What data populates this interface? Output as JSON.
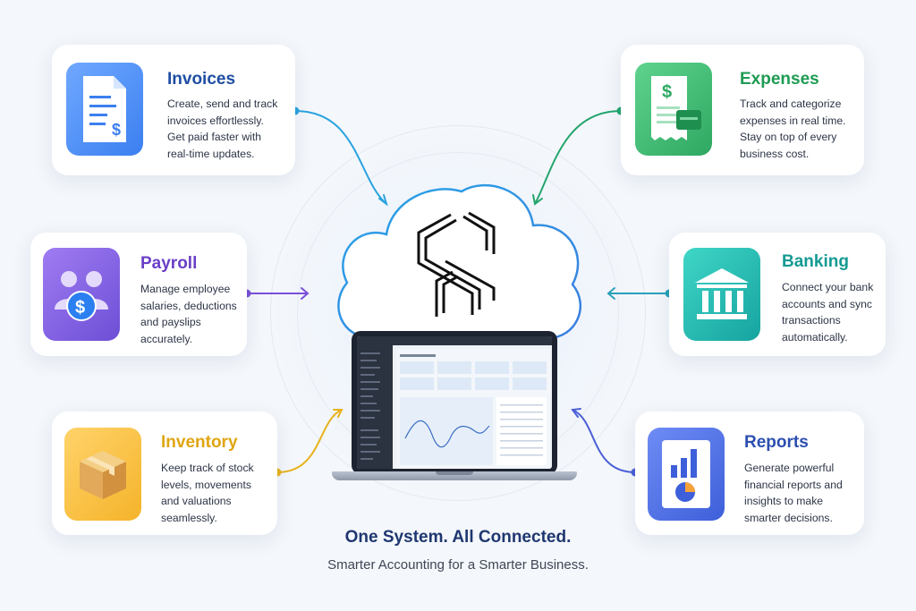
{
  "cards": {
    "invoices": {
      "title": "Invoices",
      "description": "Create, send and track\ninvoices effortlessly.\nGet paid faster with\nreal-time updates.",
      "icon": "invoice-document-icon",
      "color": "#1f4ea3"
    },
    "expenses": {
      "title": "Expenses",
      "description": "Track and categorize\nexpenses in real time.\nStay on top of every\nbusiness cost.",
      "icon": "receipt-card-icon",
      "color": "#1e9b52"
    },
    "payroll": {
      "title": "Payroll",
      "description": "Manage employee\nsalaries, deductions\nand payslips\naccurately.",
      "icon": "employees-dollar-icon",
      "color": "#6a3fc7"
    },
    "banking": {
      "title": "Banking",
      "description": "Connect your bank\naccounts and sync\ntransactions\nautomatically.",
      "icon": "bank-building-icon",
      "color": "#159a93"
    },
    "inventory": {
      "title": "Inventory",
      "description": "Keep track of stock\nlevels, movements\nand valuations\nseamlessly.",
      "icon": "box-package-icon",
      "color": "#e0a511"
    },
    "reports": {
      "title": "Reports",
      "description": "Generate powerful\nfinancial reports and\ninsights to make\nsmarter decisions.",
      "icon": "report-chart-icon",
      "color": "#2c4fb0"
    }
  },
  "center": {
    "logo": "S-logo-icon",
    "cloud": "cloud-icon",
    "laptop": "laptop-dashboard-icon"
  },
  "tagline": "One System. All Connected.",
  "subline": "Smarter Accounting for a Smarter Business."
}
